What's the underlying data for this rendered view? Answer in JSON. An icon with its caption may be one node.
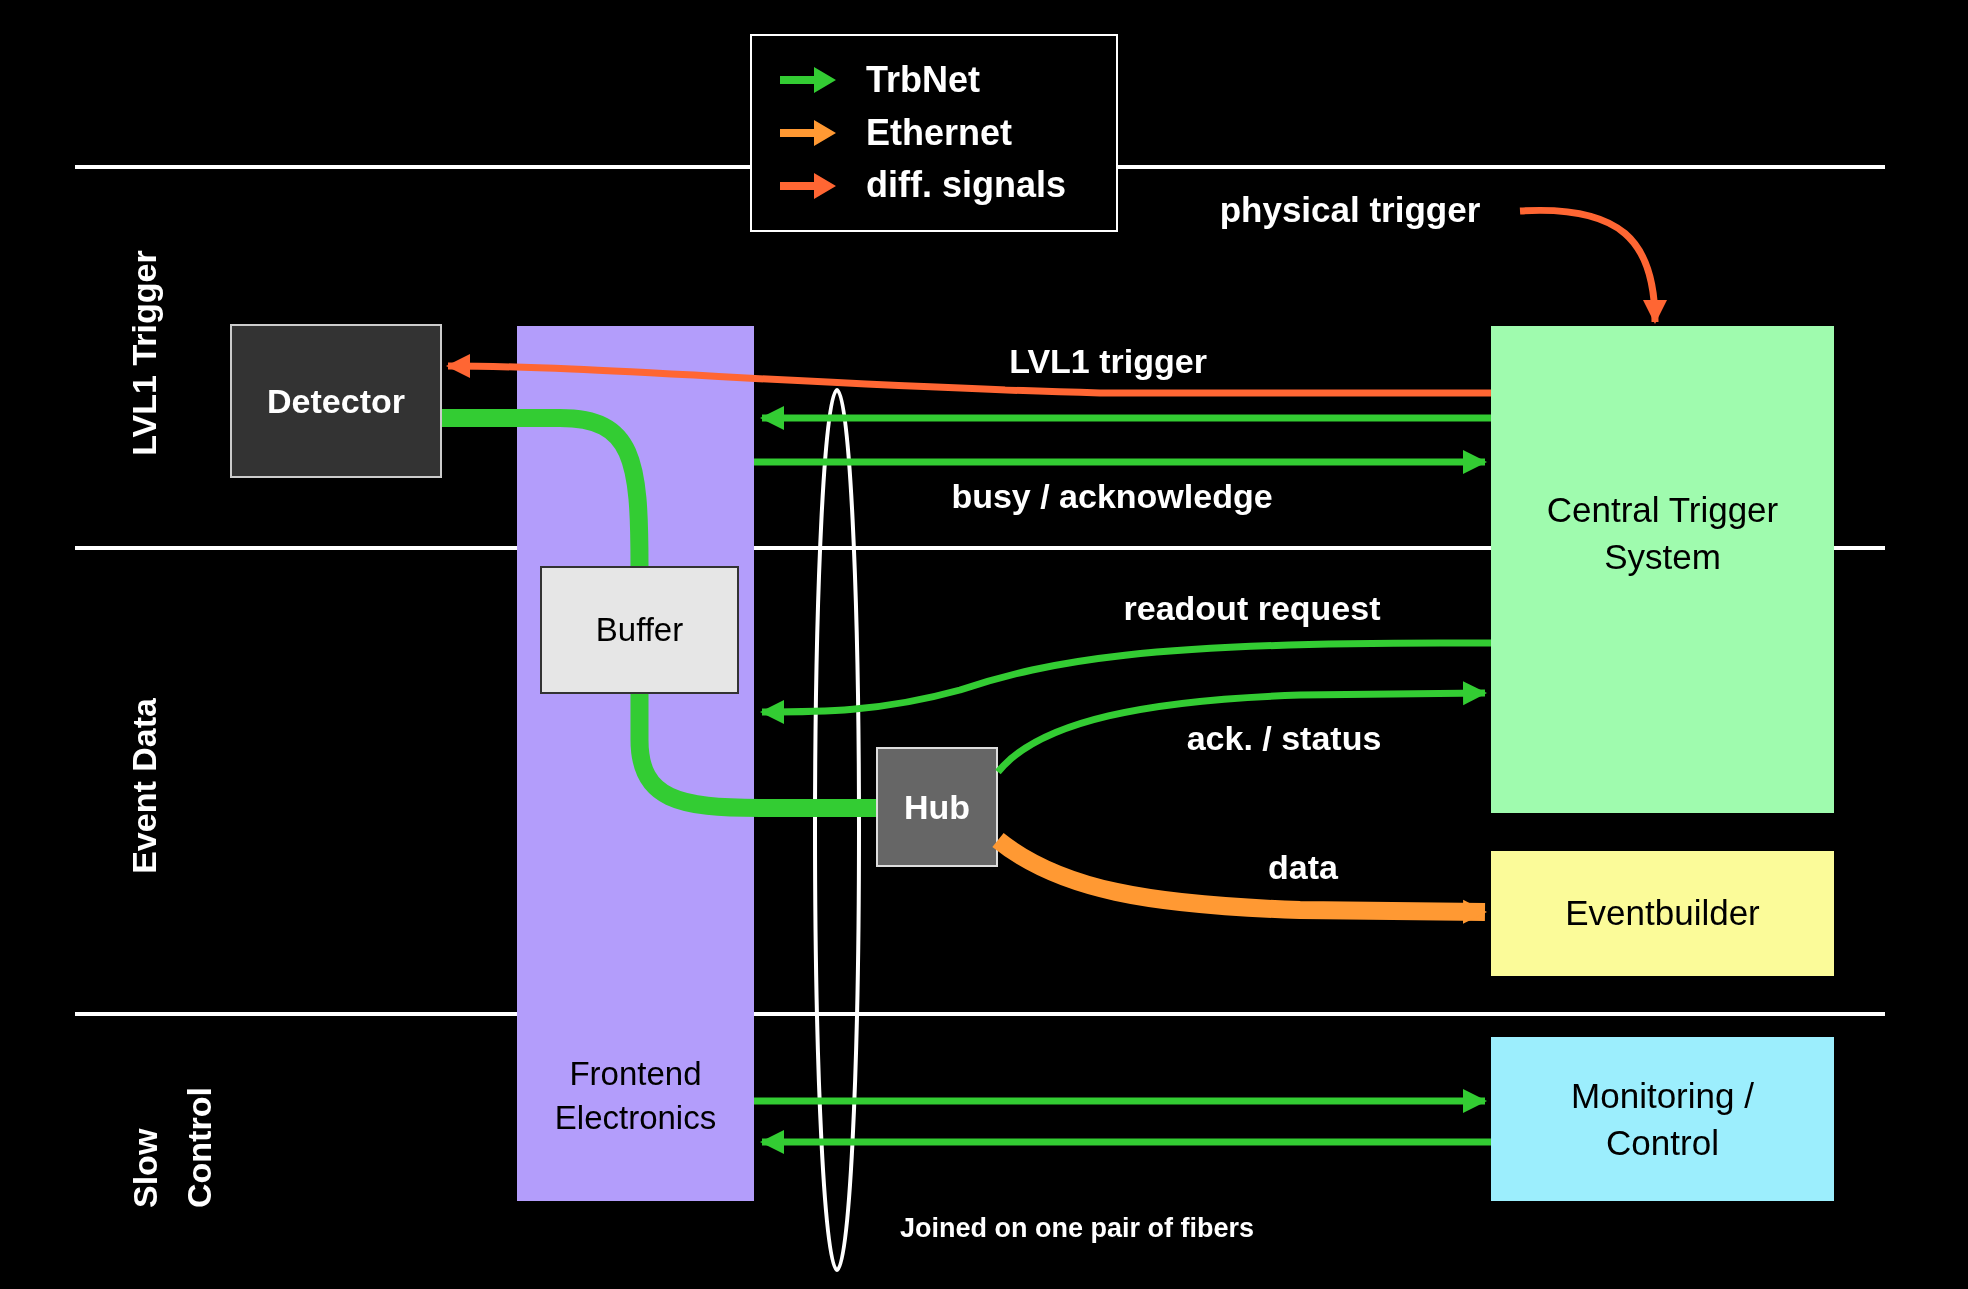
{
  "diagram": {
    "nodes": [
      {
        "text": [
          "Detector"
        ]
      },
      {
        "text": [
          "Frontend Electronics"
        ]
      },
      {
        "text": [
          "Buffer"
        ],
        "in": 1
      },
      {
        "text": [
          "Hub"
        ]
      },
      {
        "text": [
          "Central Trigger System"
        ]
      },
      {
        "text": [
          "Eventbuilder"
        ]
      },
      {
        "text": [
          "Monitoring / Control"
        ]
      },
      {
        "text": [
          "physical trigger"
        ]
      }
    ],
    "edges": [
      {
        "from": 7,
        "to": 4,
        "arrow": "to",
        "color": "#ff6633"
      },
      {
        "from": 4,
        "to": 0,
        "arrow": "to",
        "label": "LVL1 trigger",
        "color": "#ff6633"
      },
      {
        "from": 4,
        "to": 1,
        "arrow": "to"
      },
      {
        "from": 1,
        "to": 4,
        "arrow": "to",
        "label": "busy / acknowledge"
      },
      {
        "from": 0,
        "to": 2,
        "arrow": "none",
        "style": "thick"
      },
      {
        "from": 2,
        "to": 3,
        "arrow": "none",
        "style": "thick"
      },
      {
        "from": 4,
        "to": 1,
        "arrow": "to",
        "label": "readout request"
      },
      {
        "from": 3,
        "to": 4,
        "arrow": "to",
        "label": "ack. / status"
      },
      {
        "from": 3,
        "to": 5,
        "arrow": "to",
        "label": "data",
        "style": "thick",
        "color": "#ff9933"
      },
      {
        "from": 1,
        "to": 6,
        "arrow": "to"
      },
      {
        "from": 6,
        "to": 1,
        "arrow": "to"
      }
    ],
    "labels": [
      "LVL1 Trigger",
      "Event Data",
      "Slow Control",
      "Joined on one pair of fibers"
    ],
    "legend": [
      {
        "text": "TrbNet",
        "color": "#33cc33"
      },
      {
        "text": "Ethernet",
        "color": "#ff9933"
      },
      {
        "text": "diff. signals",
        "color": "#ff6633"
      }
    ]
  }
}
